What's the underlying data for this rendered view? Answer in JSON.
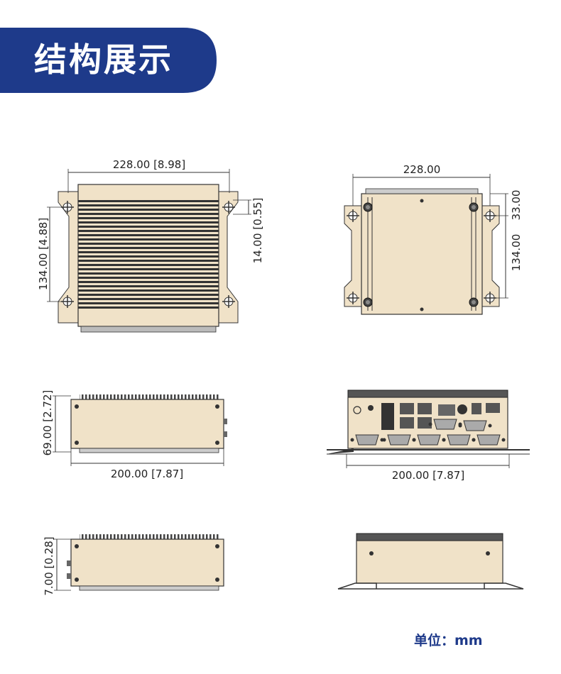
{
  "header": {
    "title": "结构展示"
  },
  "colors": {
    "banner": "#1e3a8a",
    "body": "#f0e2c8",
    "line": "#333333"
  },
  "views": {
    "top": {
      "width_label": "228.00 [8.98]",
      "height_label": "134.00 [4.88]",
      "ear_label": "14.00 [0.55]"
    },
    "bottom": {
      "width_label": "228.00",
      "upper_label": "33.00",
      "lower_label": "134.00"
    },
    "front": {
      "height_label": "69.00 [2.72]",
      "width_label": "200.00 [7.87]"
    },
    "rear": {
      "width_label": "200.00 [7.87]"
    },
    "side": {
      "height_label": "7.00 [0.28]"
    }
  },
  "unit_label": "单位：mm"
}
